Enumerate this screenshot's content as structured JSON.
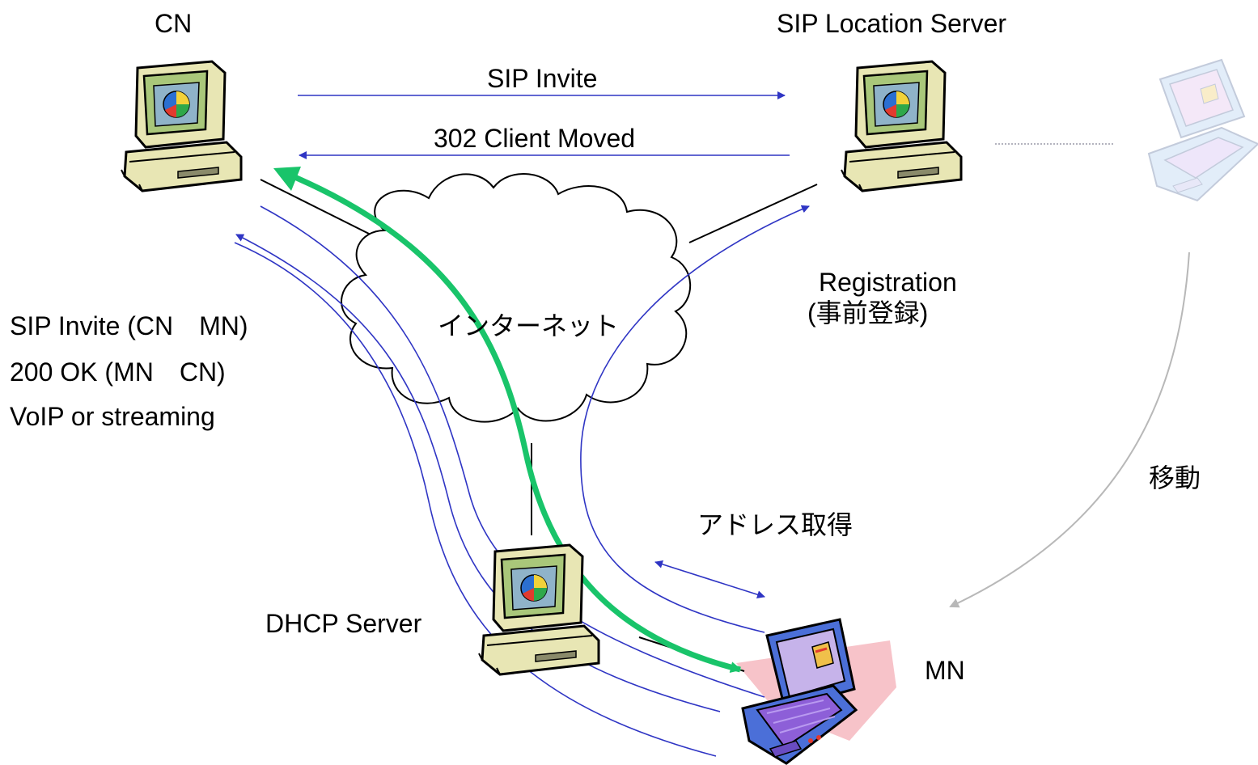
{
  "nodes": {
    "cn": "CN",
    "location_server": "SIP Location Server",
    "dhcp_server": "DHCP Server",
    "mn": "MN",
    "internet": "インターネット"
  },
  "edges": {
    "sip_invite": "SIP Invite",
    "client_moved": "302 Client Moved",
    "registration": "Registration",
    "registration_note": "(事前登録)",
    "address_acquisition": "アドレス取得",
    "movement": "移動"
  },
  "flows": [
    "SIP Invite (CN　MN)",
    "200 OK (MN　CN)",
    "VoIP or streaming"
  ],
  "colors": {
    "message_arrow": "#2f35c4",
    "media_path": "#19c46a",
    "link_line": "#000000",
    "movement_arrow": "#b8b8b8",
    "coverage_area": "#f6b8bf",
    "computer_body": "#e8e6b4",
    "computer_screen": "#a9c77a"
  }
}
